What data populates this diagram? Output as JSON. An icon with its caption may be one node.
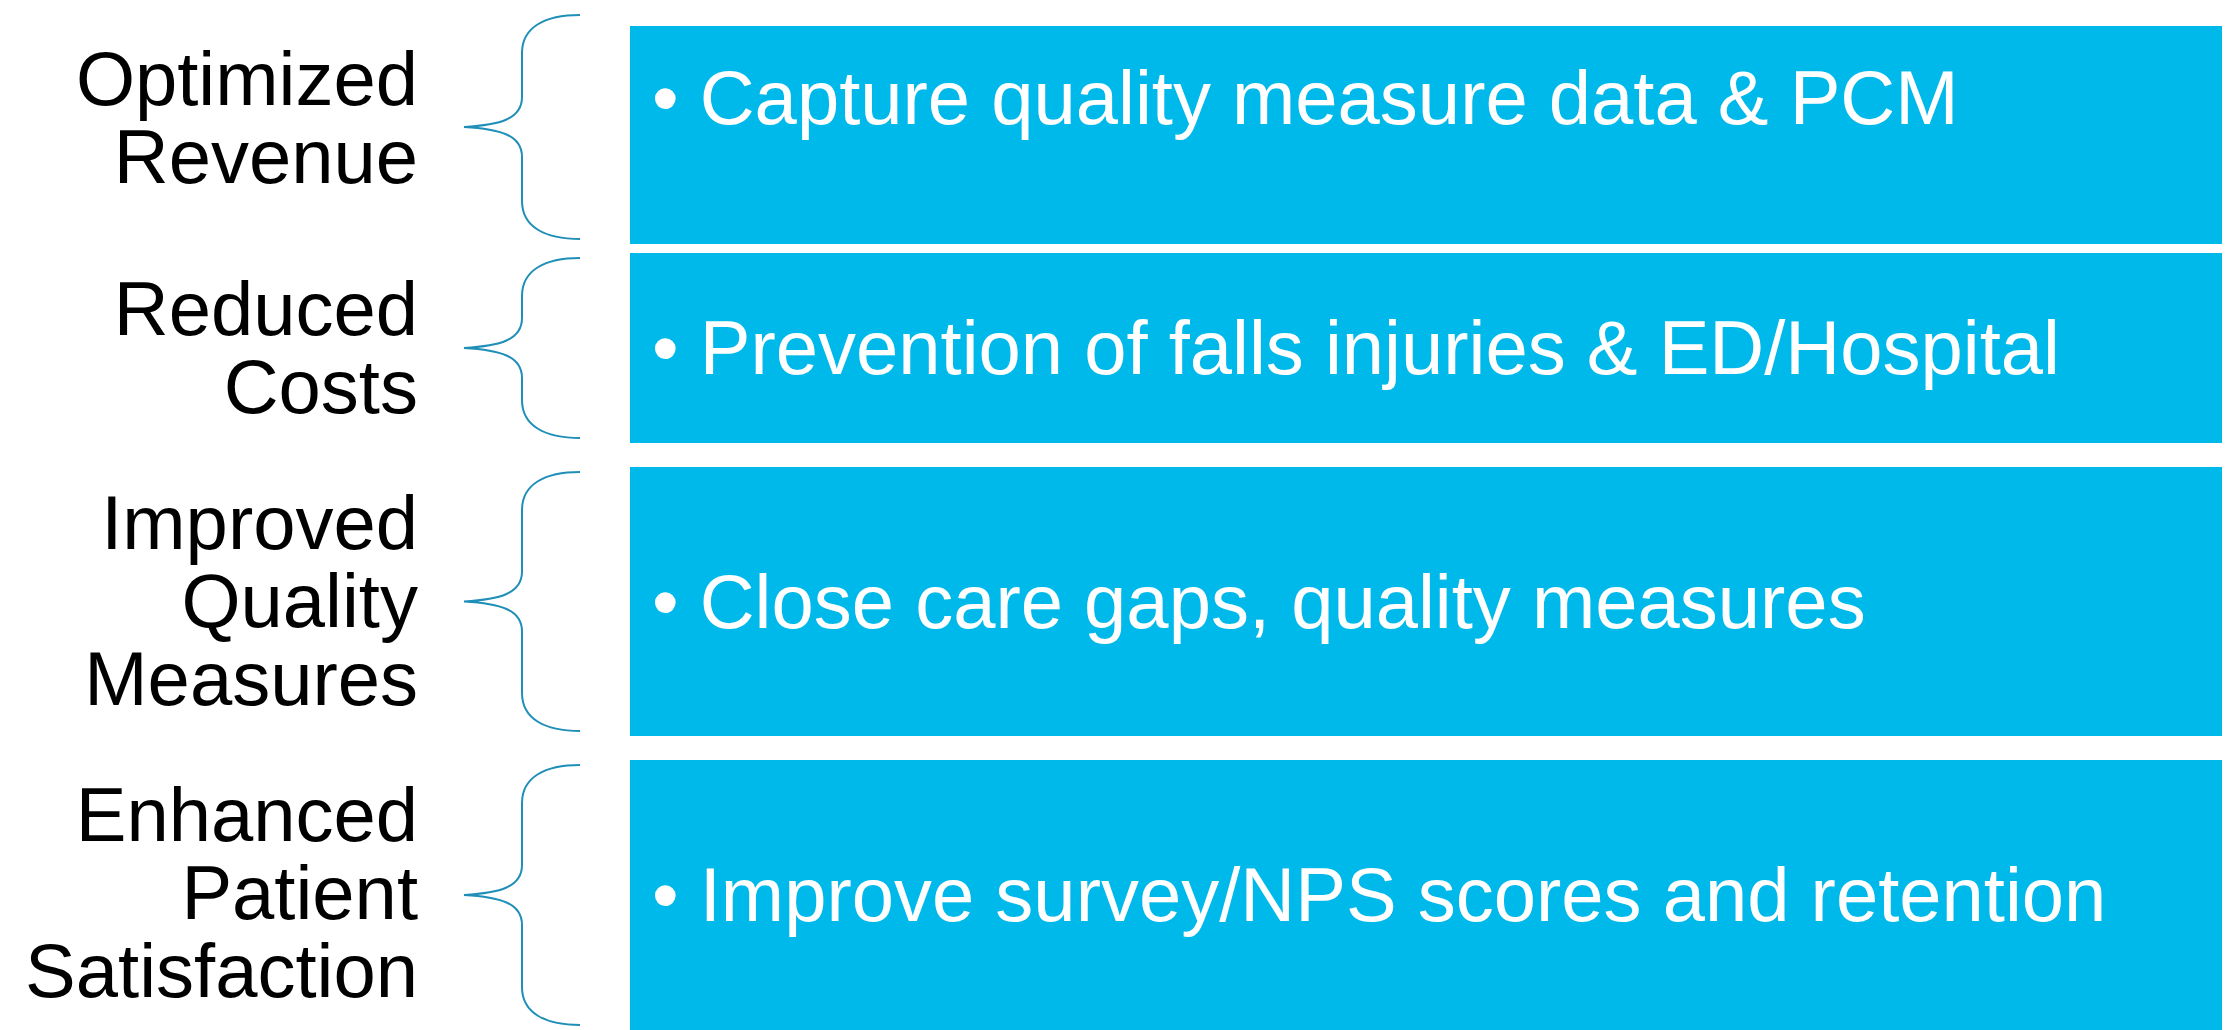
{
  "diagram": {
    "nodes": [
      {
        "text": [
          "• Capture quality measure data & PCM"
        ],
        "beside": [
          "Optimized Revenue"
        ]
      },
      {
        "text": [
          "• Prevention of falls injuries & ED/Hospital"
        ],
        "beside": [
          "Reduced Costs"
        ]
      },
      {
        "text": [
          "• Close care gaps, quality measures"
        ],
        "beside": [
          "Improved Quality Measures"
        ]
      },
      {
        "text": [
          "• Improve survey/NPS scores and retention"
        ],
        "beside": [
          "Enhanced Patient Satisfaction"
        ]
      }
    ]
  }
}
